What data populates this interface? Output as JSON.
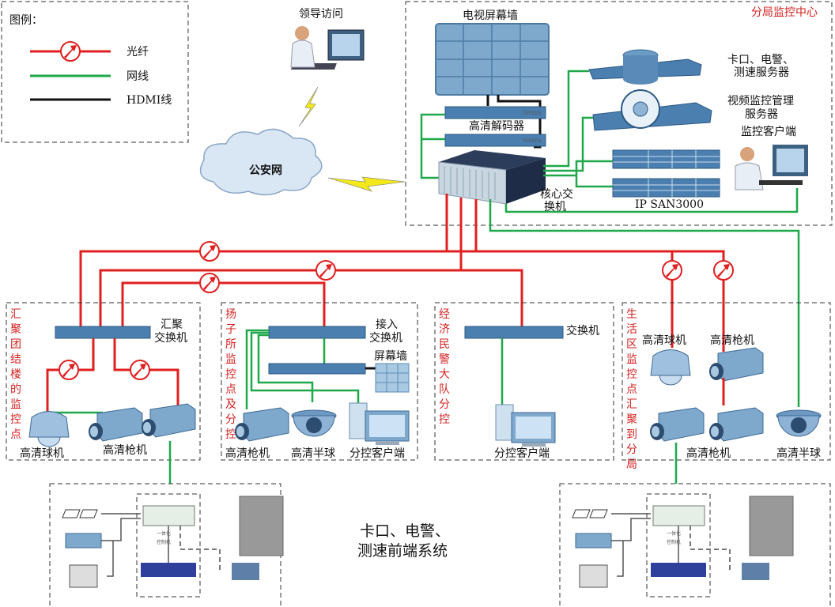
{
  "legend": {
    "title": "图例：",
    "items": [
      {
        "label": "光纤",
        "color": "#e02020",
        "icon": "fiber-icon"
      },
      {
        "label": "网线",
        "color": "#1fa84a"
      },
      {
        "label": "HDMI线",
        "color": "#111111"
      }
    ]
  },
  "internet": {
    "leader_label": "领导访问",
    "cloud_label": "公安网"
  },
  "center": {
    "title": "分局监控中心",
    "tv_wall": "电视屏幕墙",
    "decoder": "高清解码器",
    "core_switch": [
      "核心交",
      "换机"
    ],
    "server1": [
      "卡口、电警、",
      "测速服务器"
    ],
    "server2": [
      "视频监控管理",
      "服务器"
    ],
    "client": "监控客户端",
    "storage": "IP  SAN3000",
    "brand": "TOPZEN"
  },
  "regions": [
    {
      "title": "汇聚团结楼的监控点",
      "switch": [
        "汇聚",
        "交换机"
      ],
      "devices": [
        "高清球机",
        "高清枪机"
      ]
    },
    {
      "title": "扬子所监控点及分控",
      "switch": [
        "接入",
        "交换机"
      ],
      "screen": "屏幕墙",
      "devices": [
        "高清枪机",
        "高清半球",
        "分控客户端"
      ]
    },
    {
      "title": "经济民警大队分控",
      "switch": [
        "交换机"
      ],
      "devices": [
        "分控客户端"
      ]
    },
    {
      "title": "生活区监控点汇聚到分局",
      "devices_top": [
        "高清球机",
        "高清枪机"
      ],
      "devices": [
        "高清枪机",
        "高清半球"
      ]
    }
  ],
  "frontend": {
    "title": [
      "卡口、电警、",
      "测速前端系统"
    ],
    "controller": [
      "一体化",
      "控制机"
    ]
  }
}
